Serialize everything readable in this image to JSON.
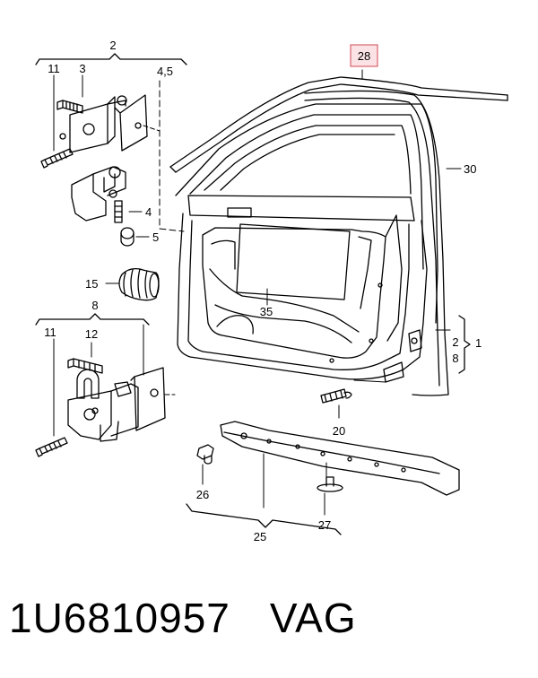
{
  "callouts": {
    "c2": "2",
    "c11a": "11",
    "c3": "3",
    "c45": "4,5",
    "c4": "4",
    "c5": "5",
    "c15": "15",
    "c8": "8",
    "c11b": "11",
    "c12": "12",
    "c35": "35",
    "c28": "28",
    "c30": "30",
    "c2r": "2",
    "c8r": "8",
    "c1": "1",
    "c20": "20",
    "c26": "26",
    "c27": "27",
    "c25": "25"
  },
  "footer": {
    "part_number": "1U6810957",
    "brand": "VAG"
  },
  "colors": {
    "highlight_border": "#d9636e",
    "highlight_fill": "#fbe3e5",
    "line": "#000000"
  }
}
